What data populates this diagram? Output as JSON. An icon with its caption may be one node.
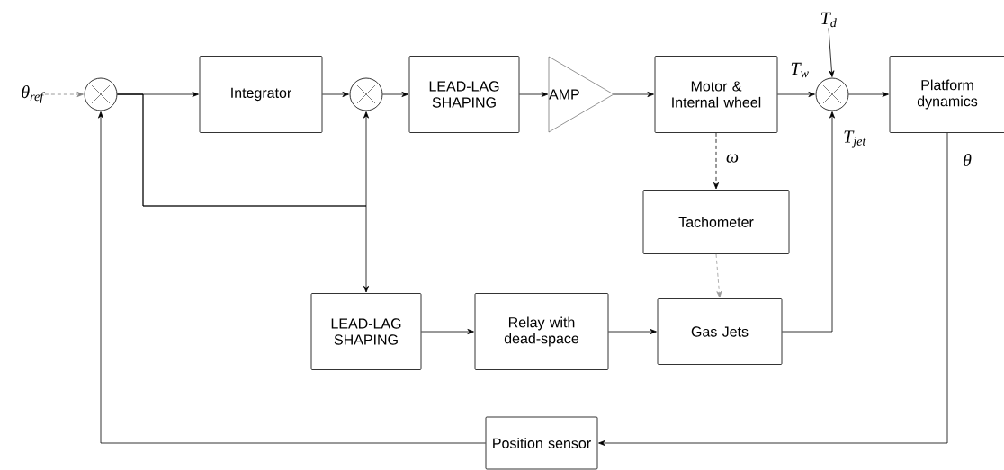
{
  "diagram": {
    "nodes": [
      {
        "text": [
          "θ$_{ref}$"
        ]
      },
      {
        "text": [],
        "shape": "circle"
      },
      {
        "text": [
          "Integrator"
        ]
      },
      {
        "text": [],
        "shape": "circle"
      },
      {
        "text": [
          "LEAD-LAG SHAPING"
        ]
      },
      {
        "text": [
          "AMP"
        ]
      },
      {
        "text": [
          "Motor & Internal wheel"
        ]
      },
      {
        "text": [
          "T$_{d}$"
        ]
      },
      {
        "text": [],
        "shape": "circle"
      },
      {
        "text": [
          "Platform dynamics"
        ]
      },
      {
        "text": [
          "Tachometer"
        ]
      },
      {
        "text": [
          "LEAD-LAG SHAPING"
        ]
      },
      {
        "text": [
          "Relay with dead-space"
        ]
      },
      {
        "text": [
          "Gas Jets"
        ]
      },
      {
        "text": [
          "Position sensor"
        ]
      }
    ],
    "edges": [
      {
        "from": 0,
        "to": 1,
        "arrow": "to",
        "style": "dashed",
        "color": "#808080"
      },
      {
        "from": 1,
        "to": 2,
        "arrow": "to"
      },
      {
        "from": 2,
        "to": 3,
        "arrow": "to"
      },
      {
        "from": 1,
        "to": 3,
        "arrow": "to"
      },
      {
        "from": 1,
        "to": 11,
        "arrow": "to"
      },
      {
        "from": 3,
        "to": 4,
        "arrow": "to"
      },
      {
        "from": 4,
        "to": 5,
        "arrow": "to"
      },
      {
        "from": 5,
        "to": 6,
        "arrow": "to"
      },
      {
        "from": 6,
        "to": 8,
        "arrow": "to",
        "label": "T$_{w}$"
      },
      {
        "from": 7,
        "to": 8,
        "arrow": "to"
      },
      {
        "from": 8,
        "to": 9,
        "arrow": "to"
      },
      {
        "from": 6,
        "to": 10,
        "arrow": "to",
        "style": "dashed",
        "label": "ω"
      },
      {
        "from": 10,
        "to": 13,
        "arrow": "to",
        "style": "dashed",
        "color": "#999999"
      },
      {
        "from": 11,
        "to": 12,
        "arrow": "to"
      },
      {
        "from": 12,
        "to": 13,
        "arrow": "to"
      },
      {
        "from": 13,
        "to": 8,
        "arrow": "to",
        "label": "T$_{jet}$"
      },
      {
        "from": 9,
        "to": 14,
        "arrow": "to",
        "label": "θ"
      },
      {
        "from": 14,
        "to": 1,
        "arrow": "to"
      }
    ]
  }
}
